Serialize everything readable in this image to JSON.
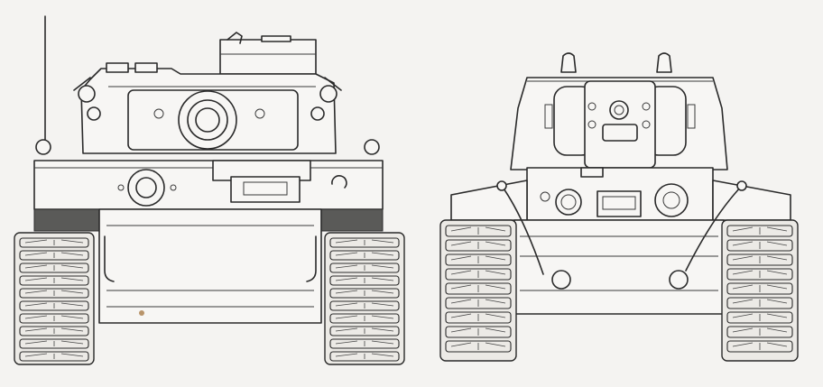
{
  "drawing": {
    "views": [
      {
        "id": "left-tank",
        "kind": "front elevation line drawing"
      },
      {
        "id": "right-tank",
        "kind": "front elevation line drawing"
      }
    ],
    "colors": {
      "paper": "#f4f3f1",
      "ink": "#2a2a2a",
      "shade": "#5a5a58"
    }
  }
}
